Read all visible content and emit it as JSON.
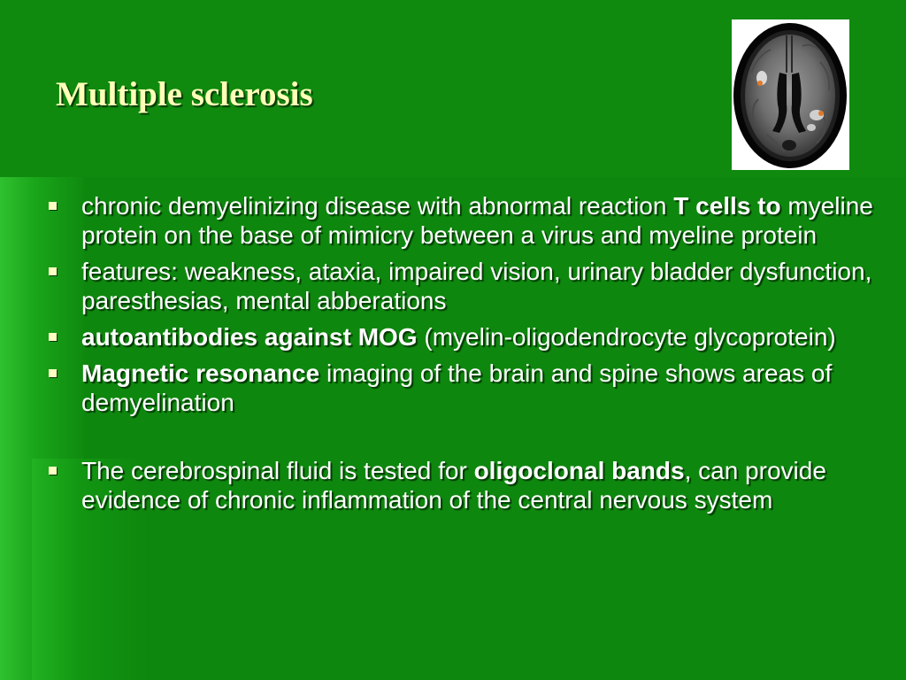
{
  "slide": {
    "title": "Multiple sclerosis",
    "image": {
      "icon": "brain-mri-icon"
    },
    "bullets": [
      {
        "parts": [
          {
            "text": "chronic demyelinizing disease with abnormal reaction ",
            "bold": false
          },
          {
            "text": "T cells to",
            "bold": true
          },
          {
            "text": " myeline  protein on the base of mimicry between a virus and myeline protein",
            "bold": false
          }
        ]
      },
      {
        "parts": [
          {
            "text": "features: weakness, ataxia, impaired vision, urinary bladder dysfunction, paresthesias, mental abberations",
            "bold": false
          }
        ]
      },
      {
        "parts": [
          {
            "text": "autoantibodies against  MOG",
            "bold": true
          },
          {
            "text": " (myelin-oligodendrocyte glycoprotein)",
            "bold": false
          }
        ]
      },
      {
        "parts": [
          {
            "text": "Magnetic resonance",
            "bold": true
          },
          {
            "text": " imaging of the brain and spine shows areas of demyelination",
            "bold": false
          }
        ]
      },
      {
        "parts": [
          {
            "text": "The cerebrospinal fluid is tested for ",
            "bold": false
          },
          {
            "text": "oligoclonal bands",
            "bold": true
          },
          {
            "text": ", can provide evidence of chronic inflammation of the central nervous system",
            "bold": false
          }
        ]
      }
    ]
  },
  "colors": {
    "background": "#0f8a0f",
    "title": "#ffffb8",
    "text": "#ffffff",
    "bullet_marker": "#ffffc4",
    "lesion": "#e07a2a"
  }
}
